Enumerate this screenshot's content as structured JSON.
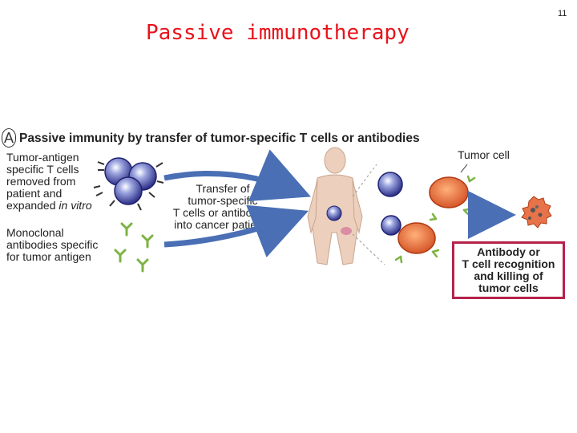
{
  "slide": {
    "title": "Passive immunotherapy",
    "page_number": "11"
  },
  "figure": {
    "panel_letter": "A",
    "heading": "Passive immunity by transfer of tumor-specific T cells or antibodies",
    "label_tcells_lines": "Tumor-antigen\nspecific T cells\nremoved from\npatient and\nexpanded ",
    "label_tcells_italic": "in vitro",
    "label_antibodies": "Monoclonal\nantibodies specific\nfor tumor antigen",
    "label_transfer": "Transfer of\ntumor-specific\nT cells or antibodies\ninto cancer patients",
    "label_tumor_cell": "Tumor cell",
    "result_box": "Antibody or\nT cell recognition\nand killing of\ntumor cells"
  },
  "colors": {
    "title": "#e8121b",
    "tcell": "#3a3fa0",
    "antibody": "#7cb342",
    "tumor": "#e2643a",
    "arrow": "#4a6fb5",
    "box_border": "#b5224a",
    "body_figure": "#e9c9b4"
  }
}
